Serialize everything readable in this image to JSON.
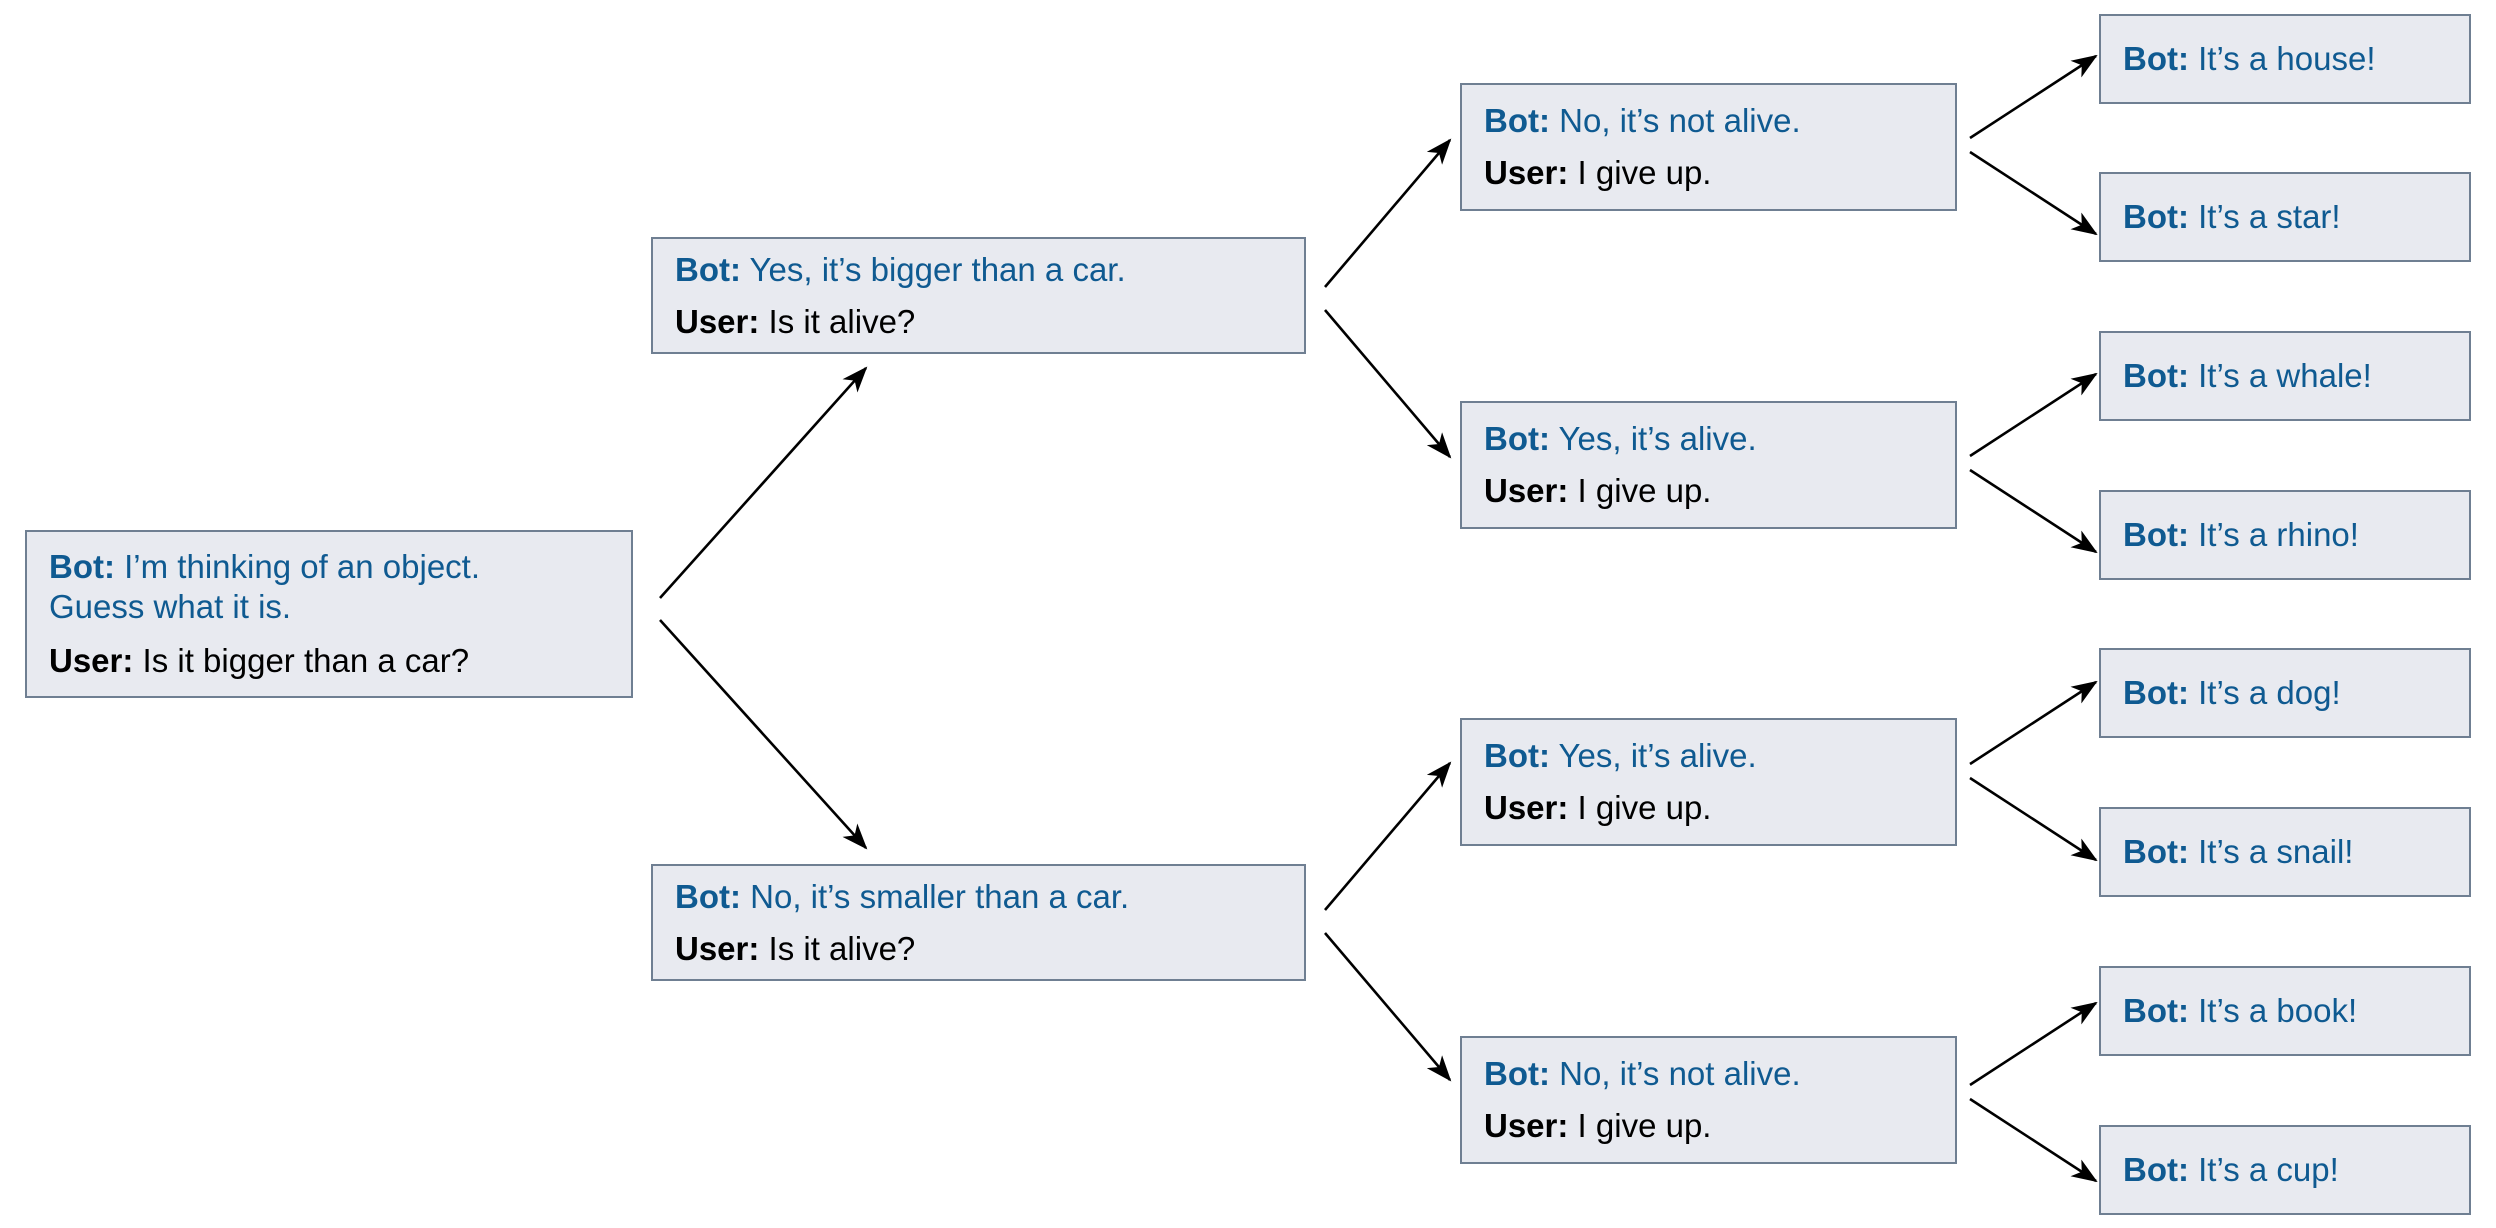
{
  "labels": {
    "bot": "Bot:",
    "user": "User:"
  },
  "colors": {
    "bot_text": "#0f5a91",
    "node_fill": "#e8eaf0",
    "node_border": "#6f7f92",
    "arrow": "#000000"
  },
  "root": {
    "bot_line1": "I’m thinking of an object.",
    "bot_line2": "Guess what it is.",
    "user": "Is it bigger than a car?"
  },
  "level1": [
    {
      "bot": "Yes, it’s bigger than a car.",
      "user": "Is it alive?"
    },
    {
      "bot": "No, it’s smaller than a car.",
      "user": "Is it alive?"
    }
  ],
  "level2": [
    {
      "bot": "No, it’s not alive.",
      "user": "I give up."
    },
    {
      "bot": "Yes, it’s alive.",
      "user": "I give up."
    },
    {
      "bot": "Yes, it’s alive.",
      "user": "I give up."
    },
    {
      "bot": "No, it’s not alive.",
      "user": "I give up."
    }
  ],
  "leaves": [
    {
      "bot": "It’s a house!"
    },
    {
      "bot": "It’s a star!"
    },
    {
      "bot": "It’s a whale!"
    },
    {
      "bot": "It’s a rhino!"
    },
    {
      "bot": "It’s a dog!"
    },
    {
      "bot": "It’s a snail!"
    },
    {
      "bot": "It’s a book!"
    },
    {
      "bot": "It’s a cup!"
    }
  ]
}
